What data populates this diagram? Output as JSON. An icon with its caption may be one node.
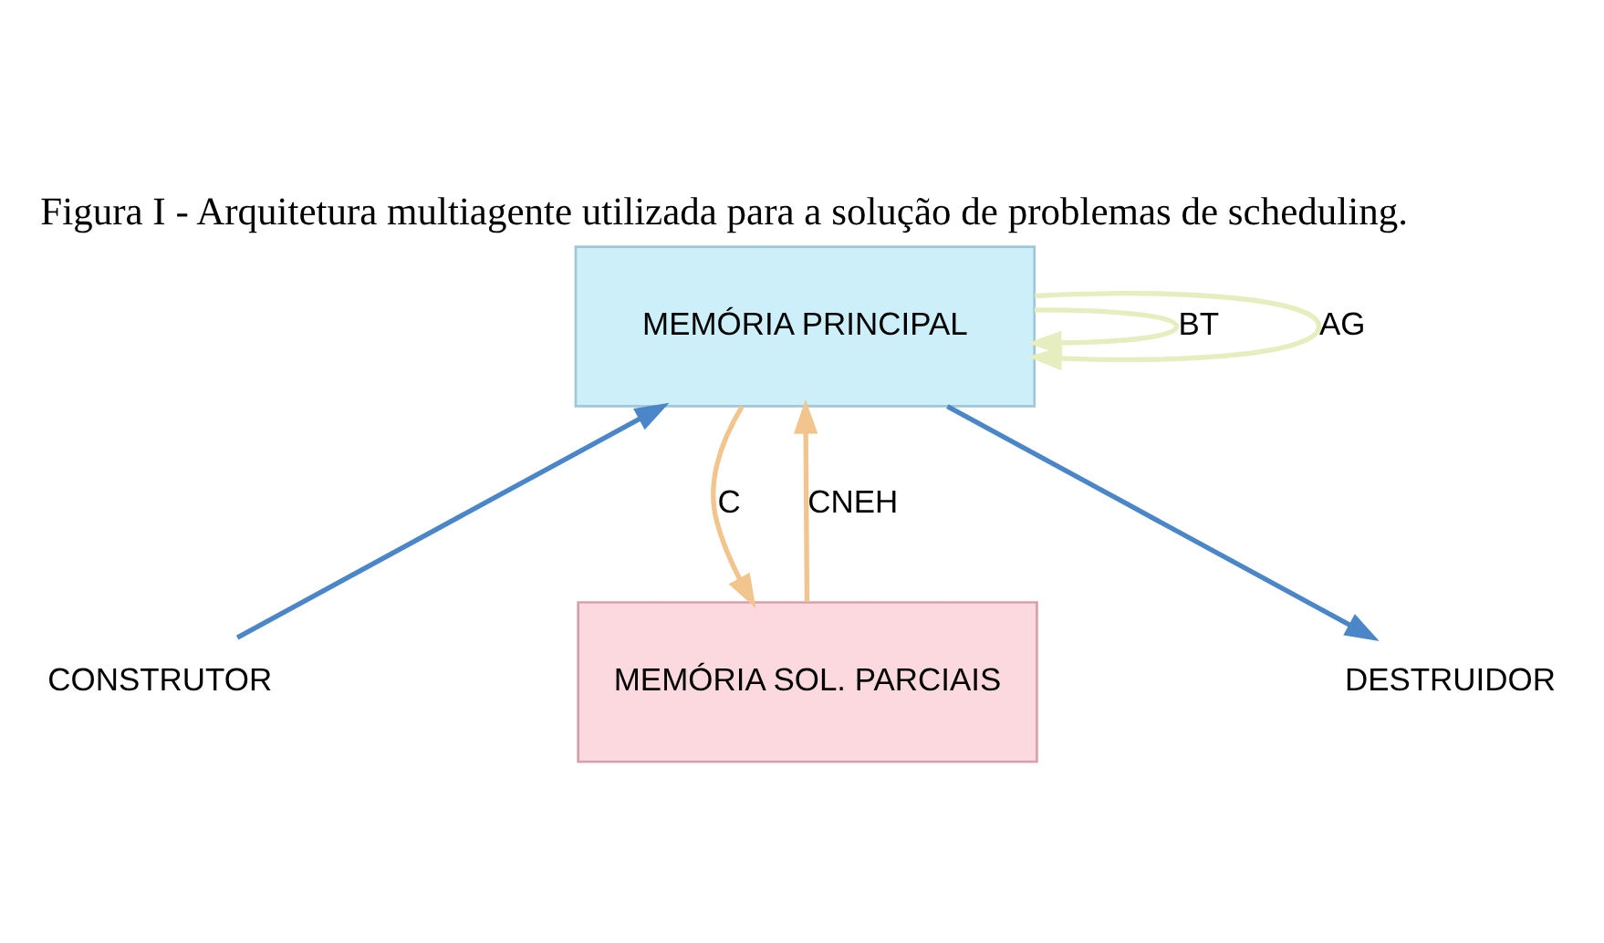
{
  "diagram": {
    "title": "Figura I - Arquitetura multiagente utilizada para a solução de problemas de scheduling.",
    "nodes": [
      {
        "text": [
          "MEMÓRIA PRINCIPAL"
        ]
      },
      {
        "text": [
          "MEMÓRIA SOL. PARCIAIS"
        ]
      },
      {
        "text": [
          "CONSTRUTOR"
        ]
      },
      {
        "text": [
          "DESTRUIDOR"
        ]
      }
    ],
    "edges": [
      {
        "from": 0,
        "to": 0,
        "arrow": "to",
        "label": "BT",
        "color": "#e6edbf"
      },
      {
        "from": 0,
        "to": 0,
        "arrow": "to",
        "label": "AG",
        "color": "#e6edbf"
      },
      {
        "from": 2,
        "to": 0,
        "arrow": "to",
        "color": "#4a86c8"
      },
      {
        "from": 0,
        "to": 3,
        "arrow": "to",
        "color": "#4a86c8"
      },
      {
        "from": 0,
        "to": 1,
        "arrow": "to",
        "label": "C",
        "color": "#f3c58e"
      },
      {
        "from": 1,
        "to": 0,
        "arrow": "to",
        "label": "CNEH",
        "color": "#f3c58e"
      }
    ]
  }
}
